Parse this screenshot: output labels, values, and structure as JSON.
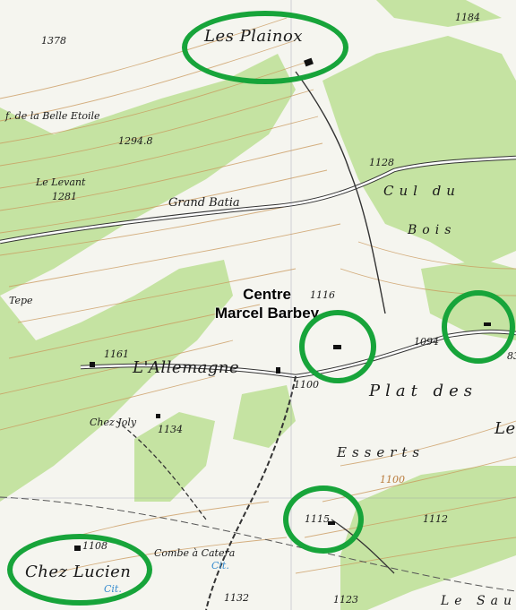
{
  "map": {
    "labels": {
      "les_plainox": "Les Plainox",
      "belle_etoile": "f. de la Belle Etoile",
      "le_levant": "Le Levant",
      "grand_batia": "Grand Batia",
      "cul_du": "Cul du",
      "bois": "Bois",
      "tepe": "Tepe",
      "l_allemagne": "L'Allemagne",
      "plat_des": "Plat des",
      "chez_joly": "Chez Joly",
      "esserts": "Esserts",
      "le_right": "Le",
      "combe_catera": "Combe à Catera",
      "chez_lucien": "Chez Lucien",
      "le_sau": "Le Sau",
      "cit1": "Cit.",
      "cit2": "Cit."
    },
    "elevations": {
      "e1378": "1378",
      "e1184": "1184",
      "e1294": "1294.8",
      "e1281": "1281",
      "e1128": "1128",
      "e1116": "1116",
      "e1094": "1094",
      "e1161": "1161",
      "e1100a": "1100",
      "e1134": "1134",
      "e1100b": "1100",
      "e1115": "1115",
      "e1112": "1112",
      "e1108": "1108",
      "e1132": "1132",
      "e1123": "1123",
      "e83": "83"
    },
    "center_name": {
      "line1": "Centre",
      "line2": "Marcel Barbey"
    },
    "colors": {
      "highlight_ring": "#17a43a",
      "forest": "#c5e3a2",
      "road_outline": "#333333",
      "contour": "#c9975a",
      "water_label": "#3a8ed0"
    }
  }
}
